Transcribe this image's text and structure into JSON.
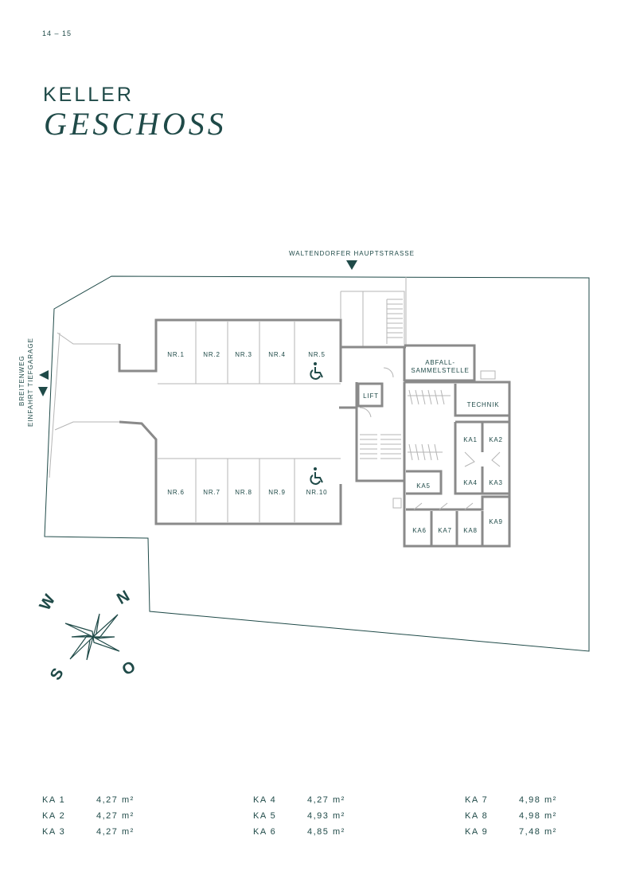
{
  "page_number": "14 – 15",
  "title_line1": "KELLER",
  "title_line2": "GESCHOSS",
  "street_label": "WALTENDORFER HAUPTSTRASSE",
  "side_label_1": "BREITENWEG",
  "side_label_2": "EINFAHRT TIEFGARAGE",
  "rooms": {
    "nr1": "NR.1",
    "nr2": "NR.2",
    "nr3": "NR.3",
    "nr4": "NR.4",
    "nr5": "NR.5",
    "nr6": "NR.6",
    "nr7": "NR.7",
    "nr8": "NR.8",
    "nr9": "NR.9",
    "nr10": "NR.10",
    "lift": "LIFT",
    "abfall_1": "ABFALL-",
    "abfall_2": "SAMMELSTELLE",
    "technik": "TECHNIK",
    "ka1": "KA1",
    "ka2": "KA2",
    "ka3": "KA3",
    "ka4": "KA4",
    "ka5": "KA5",
    "ka6": "KA6",
    "ka7": "KA7",
    "ka8": "KA8",
    "ka9": "KA9"
  },
  "compass": {
    "n": "N",
    "o": "O",
    "s": "S",
    "w": "W"
  },
  "icons": [
    "wheelchair-icon",
    "compass-rose-icon",
    "arrow-down-icon",
    "arrow-left-icon",
    "bicycle-icon",
    "stairs-icon"
  ],
  "colors": {
    "primary": "#1f4a48",
    "wall": "#8a8a8a",
    "line": "#b5b5b5"
  },
  "storage_sizes": [
    [
      {
        "label": "KA 1",
        "size": "4,27 m²"
      },
      {
        "label": "KA 2",
        "size": "4,27 m²"
      },
      {
        "label": "KA 3",
        "size": "4,27 m²"
      }
    ],
    [
      {
        "label": "KA 4",
        "size": "4,27 m²"
      },
      {
        "label": "KA 5",
        "size": "4,93 m²"
      },
      {
        "label": "KA 6",
        "size": "4,85 m²"
      }
    ],
    [
      {
        "label": "KA 7",
        "size": "4,98 m²"
      },
      {
        "label": "KA 8",
        "size": "4,98 m²"
      },
      {
        "label": "KA 9",
        "size": "7,48 m²"
      }
    ]
  ]
}
